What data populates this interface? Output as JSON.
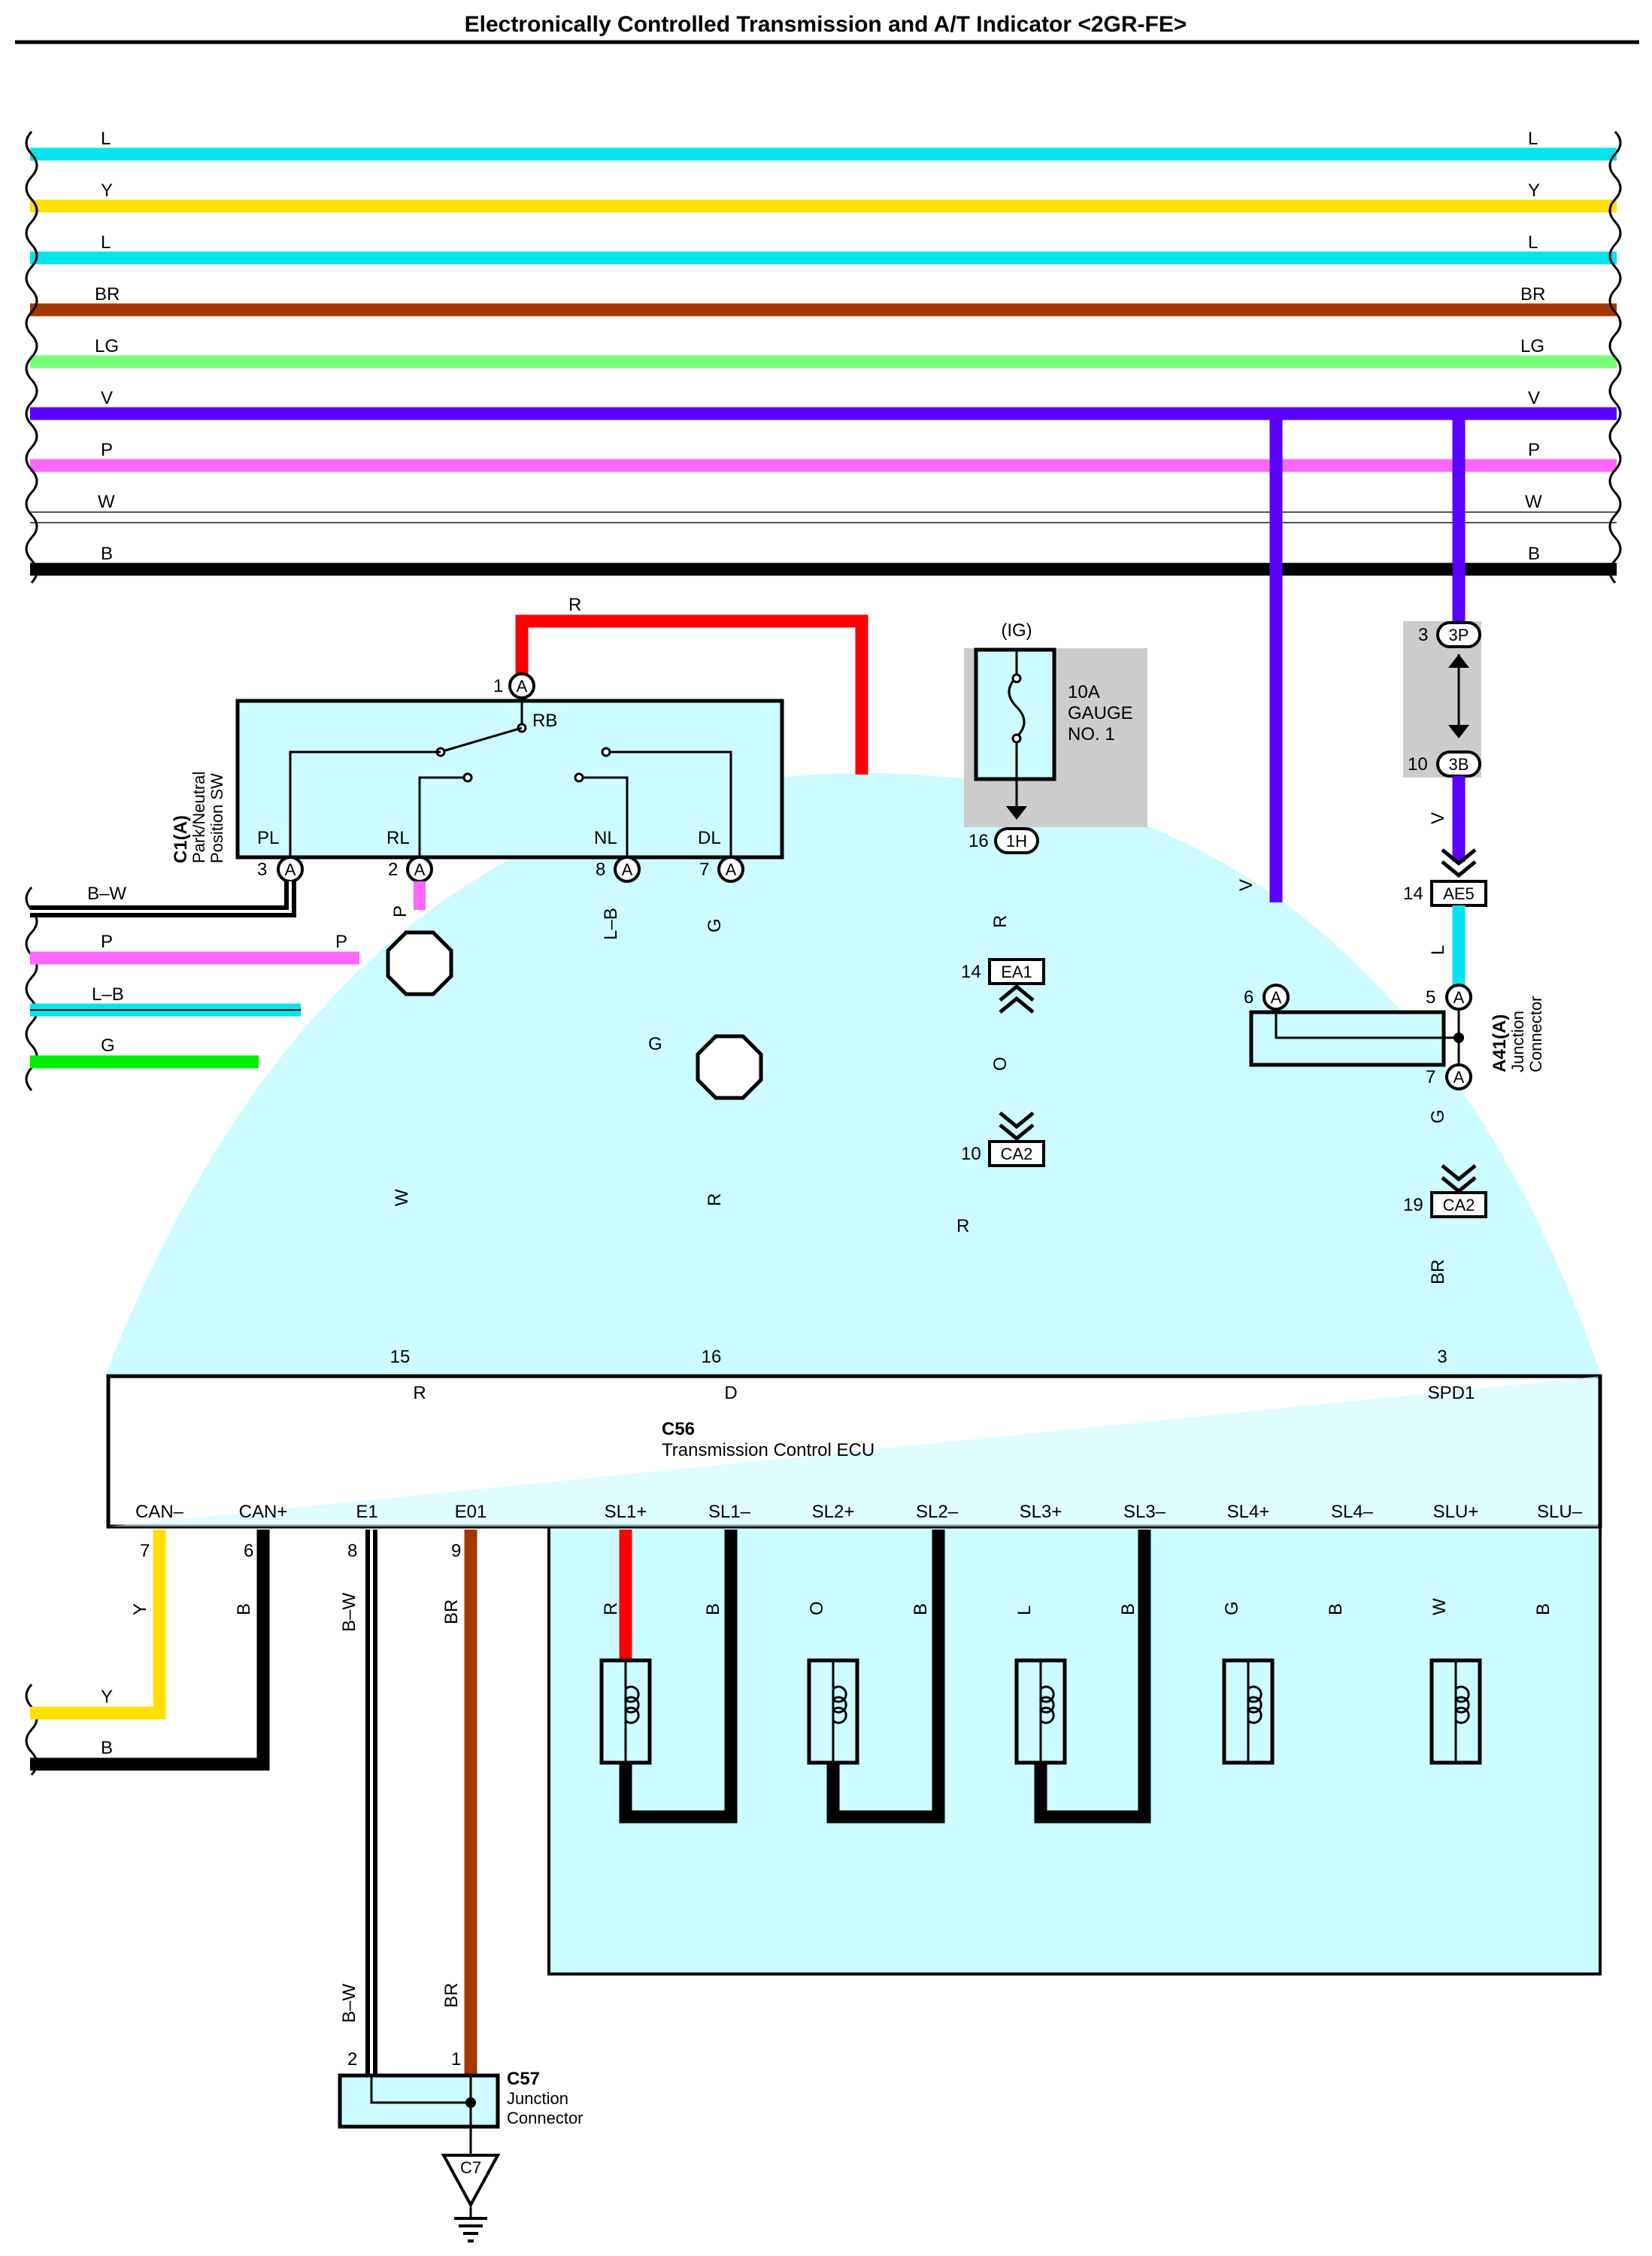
{
  "title": "Electronically Controlled Transmission and A/T Indicator <2GR-FE>",
  "colors": {
    "L": "#00e5ee",
    "Y": "#ffe000",
    "BR": "#a33800",
    "LG": "#77ff77",
    "V": "#5a00ff",
    "P": "#ff66ff",
    "W": "#ffffff",
    "B": "#000000",
    "R": "#ff0000",
    "G": "#00ee00",
    "fill_light_cyan": "#ccfcff",
    "fill_grey": "#cccccc"
  },
  "bus_wires": [
    {
      "code": "L",
      "left_label": "L",
      "right_label": "L"
    },
    {
      "code": "Y",
      "left_label": "Y",
      "right_label": "Y"
    },
    {
      "code": "L",
      "left_label": "L",
      "right_label": "L"
    },
    {
      "code": "BR",
      "left_label": "BR",
      "right_label": "BR"
    },
    {
      "code": "LG",
      "left_label": "LG",
      "right_label": "LG"
    },
    {
      "code": "V",
      "left_label": "V",
      "right_label": "V"
    },
    {
      "code": "P",
      "left_label": "P",
      "right_label": "P"
    },
    {
      "code": "W",
      "left_label": "W",
      "right_label": "W"
    },
    {
      "code": "B",
      "left_label": "B",
      "right_label": "B"
    }
  ],
  "left_wires": [
    {
      "code": "B",
      "label": "B–W"
    },
    {
      "code": "P",
      "label": "P"
    },
    {
      "code": "L",
      "label": "L–B"
    },
    {
      "code": "G",
      "label": "G"
    }
  ],
  "can_wires": [
    {
      "code": "Y",
      "label": "Y"
    },
    {
      "code": "B",
      "label": "B"
    }
  ],
  "park_neutral_sw": {
    "id": "C1(A)",
    "name_line1": "Park/Neutral",
    "name_line2": "Position SW",
    "top_pin": {
      "num": "1",
      "conn": "A",
      "name": "RB",
      "wire": "R"
    },
    "pins": [
      {
        "num": "3",
        "conn": "A",
        "name": "PL"
      },
      {
        "num": "2",
        "conn": "A",
        "name": "RL"
      },
      {
        "num": "8",
        "conn": "A",
        "name": "NL"
      },
      {
        "num": "7",
        "conn": "A",
        "name": "DL"
      }
    ],
    "pin_wires": [
      "P",
      "L–B",
      "G"
    ],
    "mid_labels": [
      "G",
      "W",
      "R"
    ],
    "extra_p_label": "P"
  },
  "fuse": {
    "ig_label": "(IG)",
    "rating": "10A",
    "name_line1": "GAUGE",
    "name_line2": "NO. 1",
    "pin_num": "16",
    "pin_conn": "1H"
  },
  "fuse_chain": {
    "wire_r1": "R",
    "ea1_num": "14",
    "ea1": "EA1",
    "wire_o": "O",
    "ca2_num": "10",
    "ca2": "CA2",
    "wire_r2": "R"
  },
  "v_drop_label": "V",
  "right_chain": {
    "top_num": "3",
    "top_conn": "3P",
    "bot_num": "10",
    "bot_conn": "3B",
    "wire_v": "V",
    "ae5_num": "14",
    "ae5": "AE5",
    "wire_l": "L",
    "ca2_num": "19",
    "ca2": "CA2",
    "wire_g": "G",
    "wire_br": "BR"
  },
  "a41": {
    "id": "A41(A)",
    "name_line1": "Junction",
    "name_line2": "Connector",
    "pin6": "6",
    "pin5": "5",
    "pin7": "7",
    "conn": "A"
  },
  "ecu": {
    "id": "C56",
    "name": "Transmission Control ECU",
    "top_pins": [
      {
        "num": "15",
        "name": "R"
      },
      {
        "num": "16",
        "name": "D"
      },
      {
        "num": "3",
        "name": "SPD1"
      }
    ],
    "bottom_terms": [
      "CAN–",
      "CAN+",
      "E1",
      "E01",
      "SL1+",
      "SL1–",
      "SL2+",
      "SL2–",
      "SL3+",
      "SL3–",
      "SL4+",
      "SL4–",
      "SLU+",
      "SLU–"
    ],
    "bottom_pins": [
      {
        "num": "7",
        "wire": "Y"
      },
      {
        "num": "6",
        "wire": "B"
      },
      {
        "num": "8",
        "wire": "B–W"
      },
      {
        "num": "9",
        "wire": "BR"
      }
    ],
    "solenoid_wires": [
      "R",
      "B",
      "O",
      "B",
      "L",
      "B",
      "G",
      "B",
      "W",
      "B"
    ]
  },
  "c57": {
    "id": "C57",
    "name_line1": "Junction",
    "name_line2": "Connector",
    "pin2": "2",
    "pin1": "1",
    "wire_bw": "B–W",
    "wire_br": "BR",
    "ground": "C7"
  }
}
